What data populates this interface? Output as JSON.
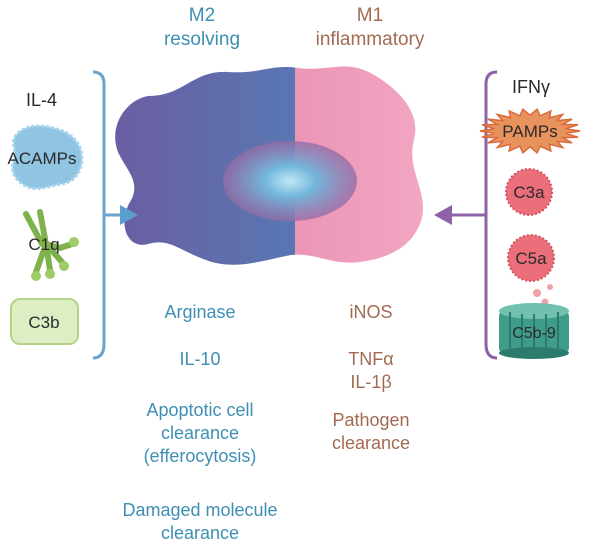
{
  "m2": {
    "title": "M2",
    "subtitle": "resolving"
  },
  "m1": {
    "title": "M1",
    "subtitle": "inflammatory"
  },
  "left_stimuli": {
    "il4": "IL-4",
    "acamps": "ACAMPs",
    "c1q": "C1q",
    "c3b": "C3b"
  },
  "right_stimuli": {
    "ifng": "IFNγ",
    "pamps": "PAMPs",
    "c3a": "C3a",
    "c5a": "C5a",
    "c5b9": "C5b-9"
  },
  "m2_outputs": {
    "arginase": "Arginase",
    "il10": "IL-10",
    "efferocytosis": [
      "Apoptotic cell",
      "clearance",
      "(efferocytosis)"
    ],
    "damaged": [
      "Damaged molecule",
      "clearance"
    ]
  },
  "m1_outputs": {
    "inos": "iNOS",
    "cytokines": [
      "TNFα",
      "IL-1β"
    ],
    "pathogen": [
      "Pathogen",
      "clearance"
    ]
  },
  "colors": {
    "m2_teal": "#3e8fb3",
    "m1_brown": "#a36a52",
    "m2_cell": "#6a64a8",
    "m1_cell": "#ec8fb0",
    "bracket_blue": "#6aa3cc",
    "bracket_purple": "#8d62a8"
  }
}
